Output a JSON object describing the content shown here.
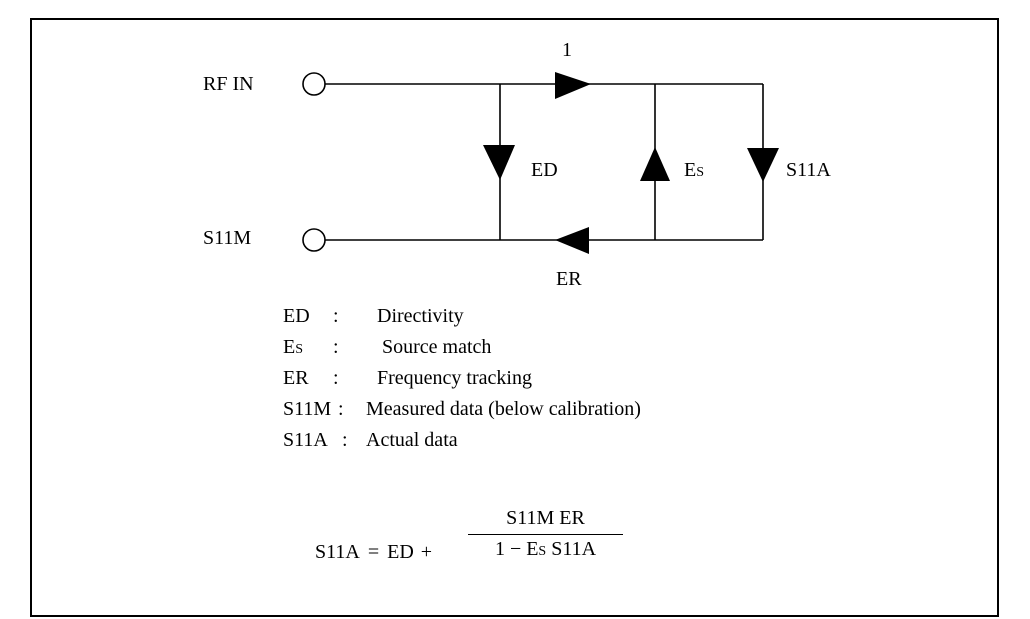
{
  "diagram": {
    "port_in_label": "RF IN",
    "port_meas_label": "S11M",
    "forward_gain_label": "1",
    "ed_label": "ED",
    "es_label": "Es",
    "s11a_label": "S11A",
    "er_label": "ER"
  },
  "legend": [
    {
      "symbol": "ED",
      "colon": ":",
      "description": "Directivity"
    },
    {
      "symbol": "Es",
      "colon": ":",
      "description": "Source match"
    },
    {
      "symbol": "ER",
      "colon": ":",
      "description": "Frequency tracking"
    },
    {
      "symbol": "S11M",
      "colon": ":",
      "description": "Measured data (below calibration)"
    },
    {
      "symbol": "S11A",
      "colon": ":",
      "description": "Actual data"
    }
  ],
  "formula": {
    "lhs": "S11A",
    "equals": "=",
    "term1": "ED",
    "plus": "+",
    "numerator": "S11M ER",
    "denominator": "1 − Es S11A"
  },
  "colors": {
    "line": "#000000",
    "background": "#ffffff"
  }
}
